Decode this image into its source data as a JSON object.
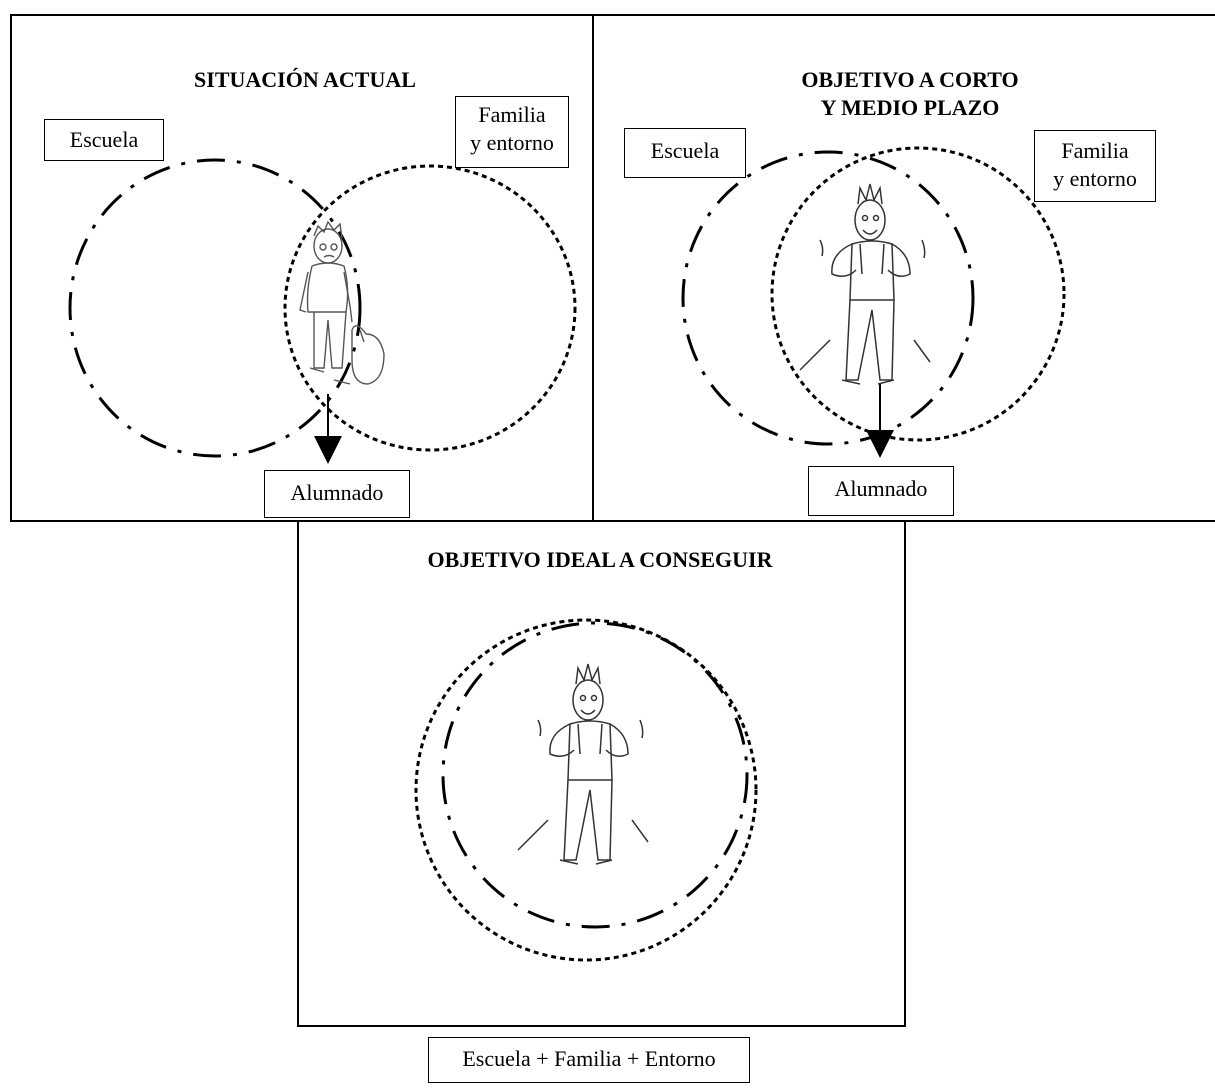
{
  "panels": {
    "current": {
      "title": "SITUACIÓN ACTUAL",
      "label_school": "Escuela",
      "label_family_l1": "Familia",
      "label_family_l2": "y entorno",
      "label_student": "Alumnado"
    },
    "short_term": {
      "title_l1": "OBJETIVO A CORTO",
      "title_l2": "Y MEDIO PLAZO",
      "label_school": "Escuela",
      "label_family_l1": "Familia",
      "label_family_l2": "y entorno",
      "label_student": "Alumnado"
    },
    "ideal": {
      "title": "OBJETIVO IDEAL A CONSEGUIR",
      "label_combined": "Escuela + Familia + Entorno"
    }
  },
  "icons": {
    "sad_student": "student-with-backpack-icon",
    "happy_student": "happy-student-icon"
  }
}
